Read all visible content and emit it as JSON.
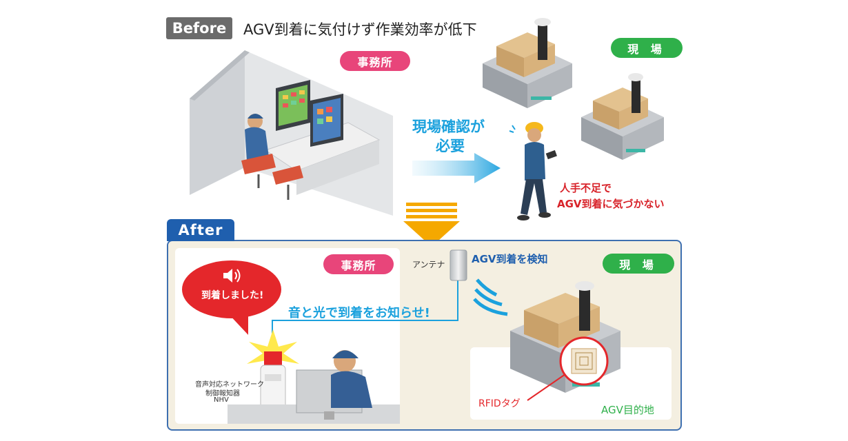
{
  "before": {
    "tag": "Before",
    "title": "AGV到着に気付けず作業効率が低下",
    "office_label": "事務所",
    "site_label": "現 場",
    "check_text_line1": "現場確認が",
    "check_text_line2": "必要",
    "shortage_line1": "人手不足で",
    "shortage_line2": "AGV到着に気づかない"
  },
  "after": {
    "tag": "After",
    "office_label": "事務所",
    "site_label": "現 場",
    "speech": "到着しました!",
    "notify_text": "音と光で到着をお知らせ!",
    "antenna_label": "アンテナ",
    "detect_text": "AGV到着を検知",
    "device_line1": "音声対応ネットワーク",
    "device_line2": "制御報知器",
    "device_line3": "NHV",
    "rfid_label": "RFIDタグ",
    "destination_label": "AGV目的地"
  },
  "colors": {
    "before_tag": "#6b6b6b",
    "after_tag": "#1f5fae",
    "office_pill": "#e8457a",
    "site_pill": "#2fb04a",
    "accent_blue": "#1ba1dd",
    "alert_red": "#d8232a",
    "down_arrow": "#f5a800"
  },
  "icons": [
    "speaker-icon",
    "down-arrow-icon",
    "right-arrow-icon",
    "radio-waves-icon",
    "rfid-tag-icon"
  ]
}
